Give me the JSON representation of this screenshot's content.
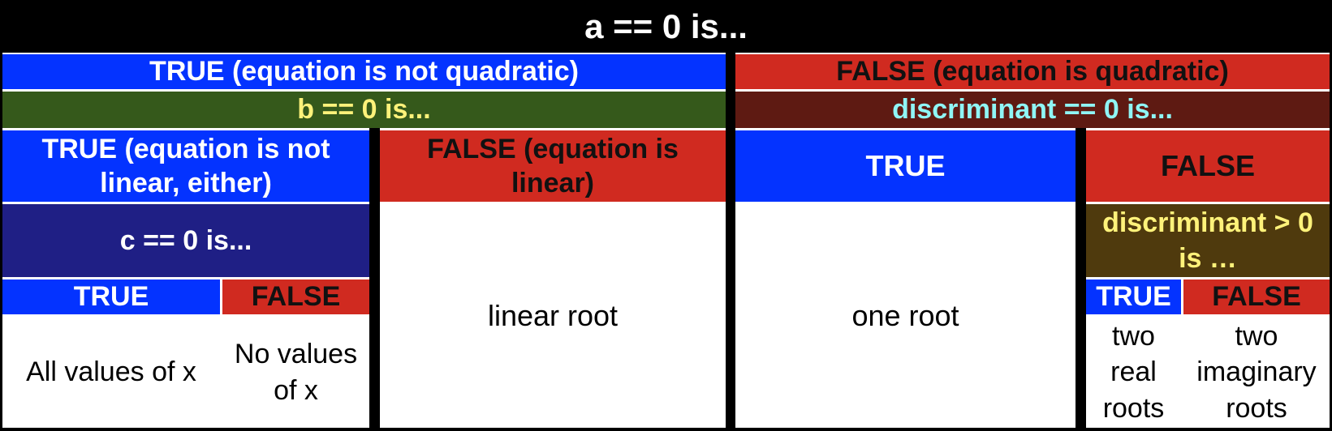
{
  "root": {
    "label": "a == 0 is..."
  },
  "a_true": {
    "label": "TRUE (equation is not quadratic)",
    "b_question": "b == 0 is...",
    "b_true": {
      "label": "TRUE (equation is not\nlinear, either)",
      "c_question": "c == 0 is...",
      "c_true": {
        "label": "TRUE",
        "result": "All values of x"
      },
      "c_false": {
        "label": "FALSE",
        "result": "No values\nof x"
      }
    },
    "b_false": {
      "label": "FALSE (equation is\nlinear)",
      "result": "linear root"
    }
  },
  "a_false": {
    "label": "FALSE (equation is quadratic)",
    "disc_question": "discriminant == 0 is...",
    "disc_zero_true": {
      "label": "TRUE",
      "result": "one root"
    },
    "disc_zero_false": {
      "label": "FALSE",
      "disc_pos_question": "discriminant > 0\nis …",
      "pos_true": {
        "label": "TRUE",
        "result": "two\nreal\nroots"
      },
      "pos_false": {
        "label": "FALSE",
        "result": "two\nimaginary\nroots"
      }
    }
  },
  "colors": {
    "header_black": "#000000",
    "true_blue": "#0433ff",
    "false_red": "#d02a20",
    "b_question_green": "#35591b",
    "disc_question_brown": "#5e1a12",
    "c_question_navy": "#1f1f85",
    "pos_question_olive": "#4f3a0d",
    "question_text_yellow": "#fff27a",
    "question_text_cyan": "#8ff5f5",
    "result_white": "#ffffff"
  }
}
